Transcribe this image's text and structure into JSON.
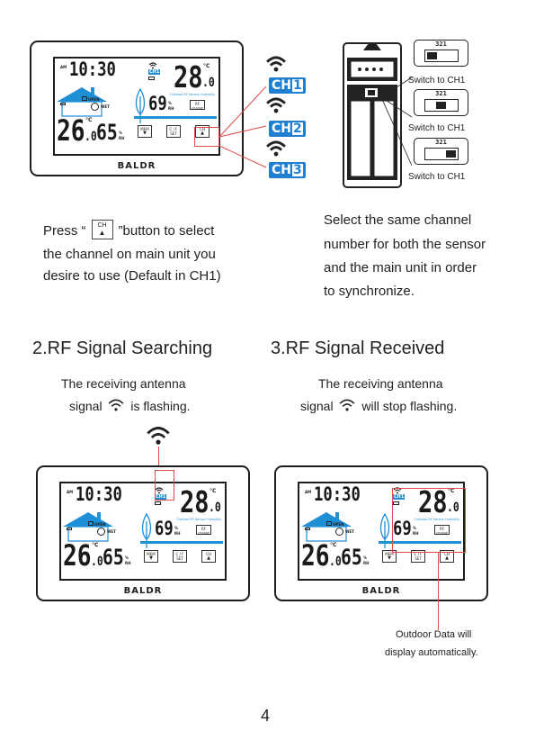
{
  "unit": {
    "brand": "BALDR",
    "time": "10:30",
    "am": "AM",
    "channel_badge": "CH1",
    "outdoor_temp": "28",
    "outdoor_temp_dec": ".0",
    "outdoor_temp_unit": "°C",
    "outdoor_hum": "69",
    "outdoor_hum_unit": "%",
    "indoor_temp": "26",
    "indoor_temp_dec": ".0",
    "indoor_temp_unit": "°C",
    "indoor_hum": "65",
    "indoor_hum_unit": "%",
    "outdoor_caption": "Outdoor RF Sensor Humidity",
    "wet": "WET",
    "open": "OPEN",
    "rh": "RH",
    "buttons": {
      "mem": "MEM",
      "cf": "C / F",
      "set": "SET",
      "ch": "CH",
      "rf": "RF",
      "rf_sub": "CHANGE"
    }
  },
  "channels": [
    "CH",
    "CH",
    "CH"
  ],
  "channel_nums": [
    "1",
    "2",
    "3"
  ],
  "sensor": {
    "switch_digits": [
      "321",
      "321",
      "321"
    ],
    "switch_labels": [
      "Switch to CH1",
      "Switch to CH1",
      "Switch to CH1"
    ]
  },
  "instructions": {
    "press_prefix": "Press “",
    "press_suffix": "”button to select",
    "press_line2": "the channel on main unit you",
    "press_line3": "desire to use (Default in CH1)",
    "key_label": "CH",
    "sync_line1": "Select the same channel",
    "sync_line2": "number for both the sensor",
    "sync_line3": "and the main unit in order",
    "sync_line4": "to synchronize."
  },
  "section2": {
    "title": "2.RF Signal Searching",
    "line1": "The receiving antenna",
    "line2_prefix": "signal",
    "line2_suffix": "is flashing."
  },
  "section3": {
    "title": "3.RF Signal Received",
    "line1": "The receiving antenna",
    "line2_prefix": "signal",
    "line2_suffix": "will stop flashing."
  },
  "note": {
    "line1": "Outdoor Data will",
    "line2": "display automatically."
  },
  "page_number": "4",
  "colors": {
    "accent_blue": "#1f7fd0",
    "highlight_red": "#e04a4a"
  }
}
